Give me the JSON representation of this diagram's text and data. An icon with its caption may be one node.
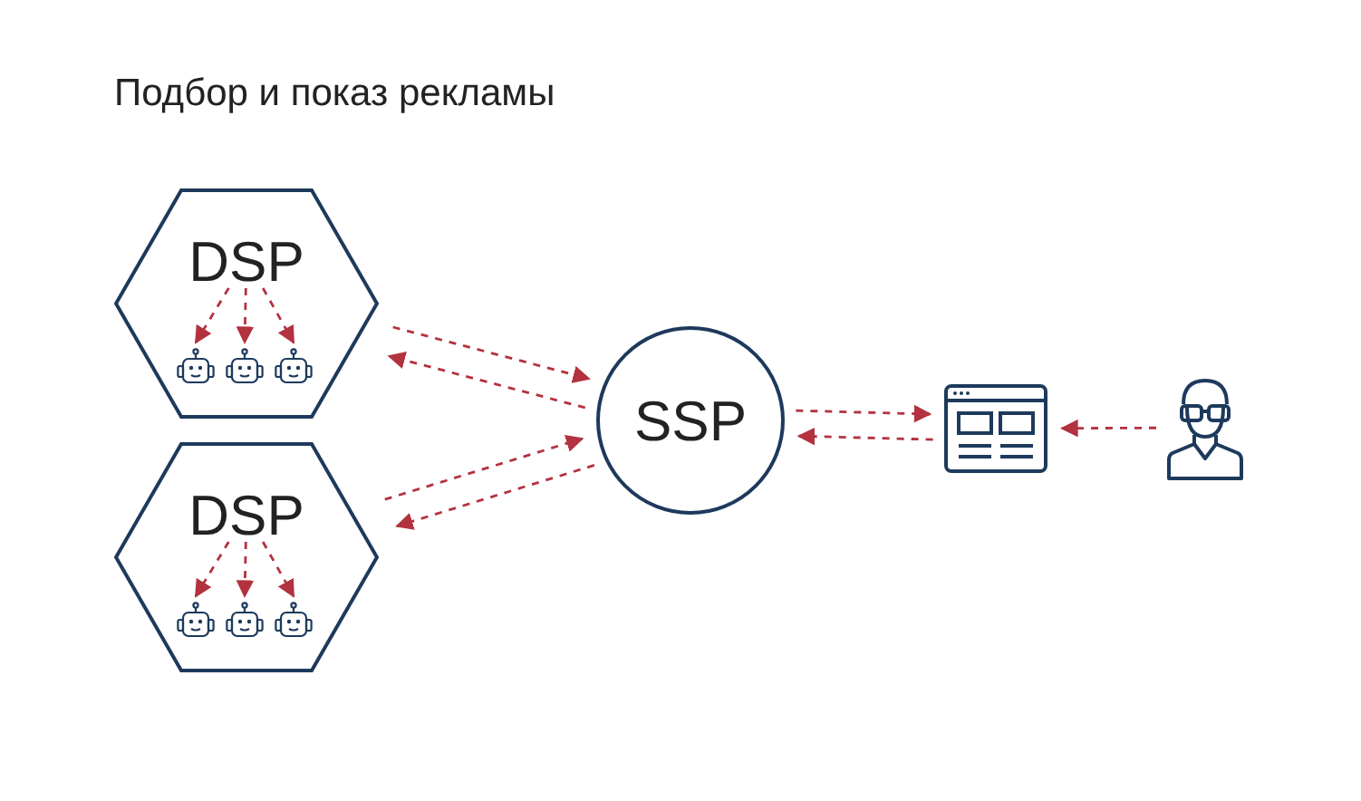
{
  "diagram": {
    "title": "Подбор и показ рекламы",
    "nodes": [
      {
        "text": [
          "DSP"
        ]
      },
      {
        "text": [],
        "shape": "picture",
        "in": 0
      },
      {
        "text": [],
        "shape": "picture",
        "in": 0
      },
      {
        "text": [],
        "shape": "picture",
        "in": 0
      },
      {
        "text": [
          "DSP"
        ]
      },
      {
        "text": [],
        "shape": "picture",
        "in": 4
      },
      {
        "text": [],
        "shape": "picture",
        "in": 4
      },
      {
        "text": [],
        "shape": "picture",
        "in": 4
      },
      {
        "text": [
          "SSP"
        ]
      },
      {
        "text": [],
        "shape": "picture"
      },
      {
        "text": [],
        "shape": "person"
      }
    ],
    "edges": [
      {
        "from": null,
        "to": 1,
        "arrow": "to",
        "style": "dashed"
      },
      {
        "from": null,
        "to": 2,
        "arrow": "to",
        "style": "dashed"
      },
      {
        "from": null,
        "to": 3,
        "arrow": "to",
        "style": "dashed"
      },
      {
        "from": null,
        "to": 5,
        "arrow": "to",
        "style": "dashed"
      },
      {
        "from": null,
        "to": 6,
        "arrow": "to",
        "style": "dashed"
      },
      {
        "from": null,
        "to": 7,
        "arrow": "to",
        "style": "dashed"
      },
      {
        "from": 0,
        "to": 8,
        "arrow": "to",
        "style": "dashed"
      },
      {
        "from": 8,
        "to": 0,
        "arrow": "to",
        "style": "dashed"
      },
      {
        "from": 4,
        "to": 8,
        "arrow": "to",
        "style": "dashed"
      },
      {
        "from": 8,
        "to": 4,
        "arrow": "to",
        "style": "dashed"
      },
      {
        "from": 8,
        "to": 9,
        "arrow": "to",
        "style": "dashed"
      },
      {
        "from": 9,
        "to": 8,
        "arrow": "to",
        "style": "dashed"
      },
      {
        "from": 10,
        "to": 9,
        "arrow": "to",
        "style": "dashed"
      }
    ]
  }
}
